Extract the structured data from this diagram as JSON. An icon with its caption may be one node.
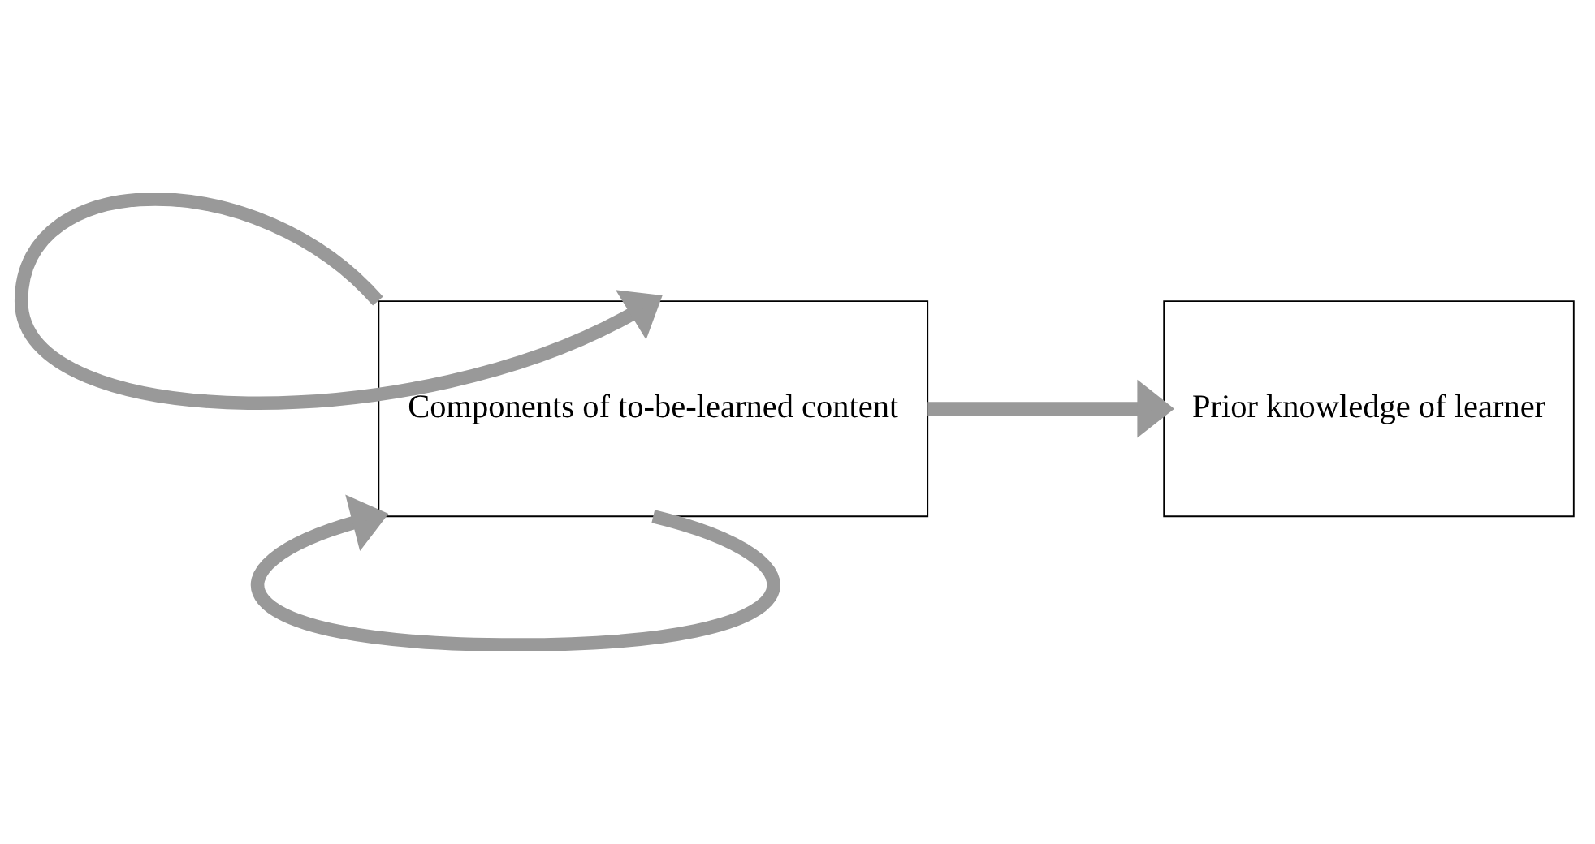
{
  "diagram": {
    "nodes": [
      {
        "text": [
          "Components of to-be-learned content"
        ]
      },
      {
        "text": [
          "Prior knowledge of learner"
        ]
      }
    ],
    "edges": [
      {
        "from": 0,
        "to": 0,
        "arrow": "to"
      },
      {
        "from": 0,
        "to": 0,
        "arrow": "to"
      },
      {
        "from": 0,
        "to": 1,
        "arrow": "to"
      }
    ]
  }
}
